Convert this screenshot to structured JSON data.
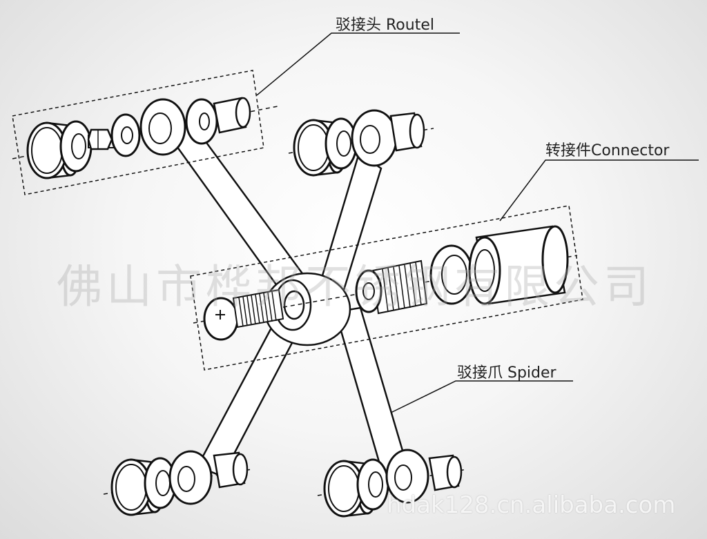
{
  "labels": {
    "routel": "驳接头 Routel",
    "connector": "转接件Connector",
    "spider": "驳接爪 Spider"
  },
  "watermark": "佛山市桦邦不锈钢有限公司",
  "source": "hdak128.cn.alibaba.com"
}
